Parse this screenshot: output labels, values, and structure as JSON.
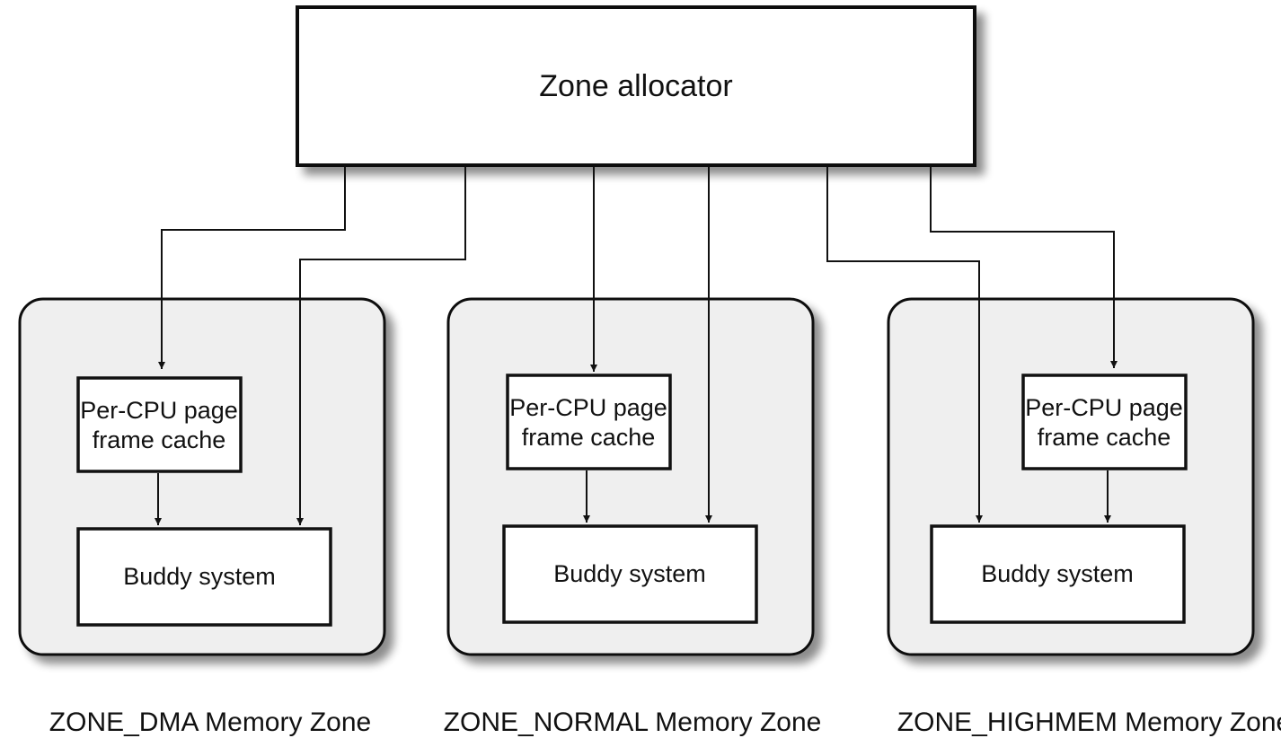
{
  "allocator": {
    "label": "Zone allocator"
  },
  "zones": [
    {
      "id": "dma",
      "name": "ZONE_DMA Memory Zone",
      "pcp_lines": [
        "Per-CPU page",
        "frame cache"
      ],
      "buddy": "Buddy system"
    },
    {
      "id": "normal",
      "name": "ZONE_NORMAL Memory Zone",
      "pcp_lines": [
        "Per-CPU page",
        "frame cache"
      ],
      "buddy": "Buddy system"
    },
    {
      "id": "highmem",
      "name": "ZONE_HIGHMEM Memory Zone",
      "pcp_lines": [
        "Per-CPU page",
        "frame cache"
      ],
      "buddy": "Buddy system"
    }
  ],
  "colors": {
    "zone_fill": "#efefef",
    "stroke": "#111111",
    "shadow": "#9a9a9a",
    "box_fill": "#ffffff"
  }
}
